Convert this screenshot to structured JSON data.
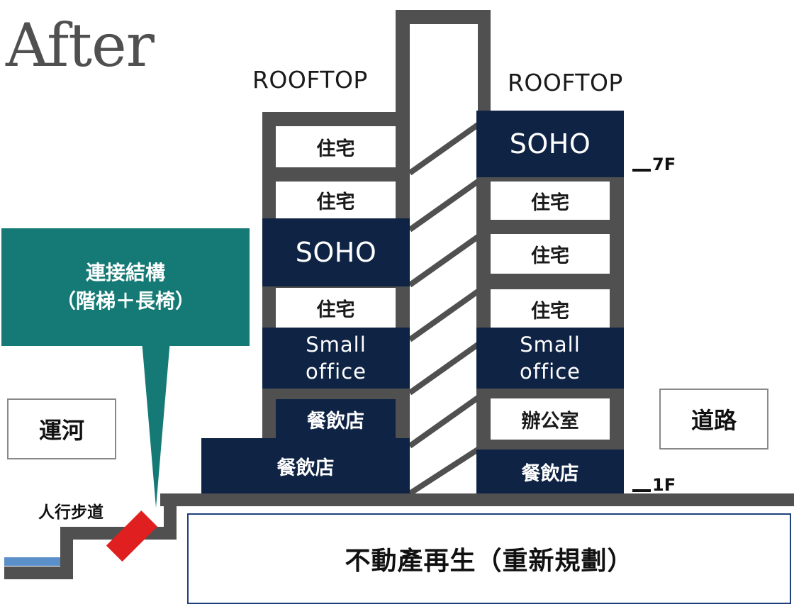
{
  "title": "After",
  "left_tower": {
    "roof_label": "ROOFTOP",
    "units": [
      "住宅",
      "住宅",
      "SOHO",
      "住宅",
      "Small office",
      "餐飲店"
    ]
  },
  "right_tower": {
    "roof_label": "ROOFTOP",
    "units": [
      "SOHO",
      "住宅",
      "住宅",
      "住宅",
      "Small office",
      "辦公室"
    ]
  },
  "ground_floor": {
    "left_unit": "餐飲店",
    "right_unit": "餐飲店"
  },
  "floor_markers": {
    "top": "7F",
    "bottom": "1F"
  },
  "callout": {
    "line1": "連接結構",
    "line2": "（階梯＋長椅）"
  },
  "canal_label": "運河",
  "road_label": "道路",
  "walkway_label": "人行步道",
  "base_label": "不動產再生（重新規劃）",
  "colors": {
    "navy": "#0f2344",
    "gray": "#505050",
    "teal": "#157a75",
    "red": "#e02020",
    "water": "#5b8fc9",
    "base_border": "#1f3f7a"
  }
}
